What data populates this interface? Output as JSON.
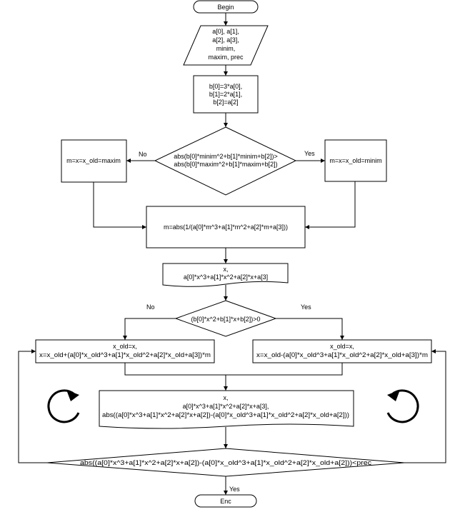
{
  "flowchart": {
    "begin": "Begin",
    "end": "Enc",
    "input": [
      "a[0], a[1],",
      "a[2], a[3],",
      "minim,",
      "maxim, prec"
    ],
    "assign_b": [
      "b[0]=3*a[0],",
      "b[1]=2*a[1],",
      "b[2]=a[2]"
    ],
    "decision1": [
      "abs(b[0]*minim^2+b[1]*minim+b[2])>",
      "abs(b[0]*maxim^2+b[1]*maxim+b[2])"
    ],
    "decision1_no": "No",
    "decision1_yes": "Yes",
    "assign_maxim": "m=x=x_old=maxim",
    "assign_minim": "m=x=x_old=minim",
    "assign_m": "m=abs(1/(a[0]*m^3+a[1]*m^2+a[2]*m+a[3]))",
    "output1": [
      "x,",
      "a[0]*x^3+a[1]*x^2+a[2]*x+a[3]"
    ],
    "decision2": "(b[0]*x^2+b[1]*x+b[2])>0",
    "decision2_no": "No",
    "decision2_yes": "Yes",
    "update_left": [
      "x_old=x,",
      "x=x_old+(a[0]*x_old^3+a[1]*x_old^2+a[2]*x_old+a[3])*m"
    ],
    "update_right": [
      "x_old=x,",
      "x=x_old-(a[0]*x_old^3+a[1]*x_old^2+a[2]*x_old+a[3])*m"
    ],
    "output2": [
      "x,",
      "a[0]*x^3+a[1]*x^2+a[2]*x+a[3],",
      "abs((a[0]*x^3+a[1]*x^2+a[2]*x+a[2])-(a[0]*x_old^3+a[1]*x_old^2+a[2]*x_old+a[2]))"
    ],
    "decision3": "abs((a[0]*x^3+a[1]*x^2+a[2]*x+a[2])-(a[0]*x_old^3+a[1]*x_old^2+a[2]*x_old+a[2]))<prec",
    "decision3_yes": "Yes"
  }
}
